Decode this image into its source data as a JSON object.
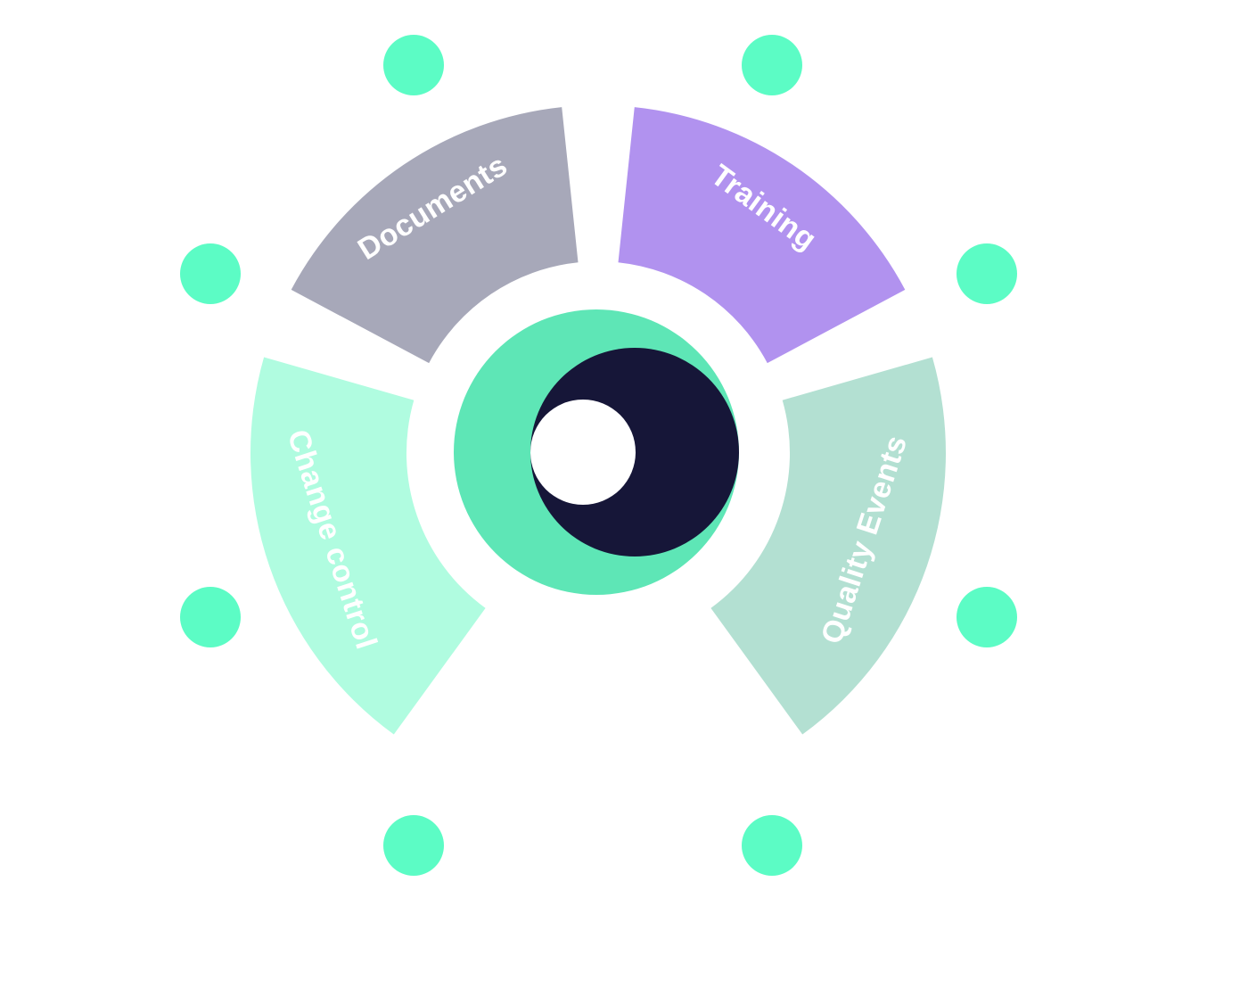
{
  "diagram": {
    "segments": [
      {
        "id": "documents",
        "label": "Documents",
        "color": "#a7a8b9"
      },
      {
        "id": "training",
        "label": "Training",
        "color": "#b192ef"
      },
      {
        "id": "quality-events",
        "label": "Quality Events",
        "color": "#b3e0d2"
      },
      {
        "id": "change-control",
        "label": "Change control",
        "color": "#b0fce0"
      }
    ],
    "center_logo": {
      "outer_color": "#5ee6b6",
      "inner_color": "#161638",
      "hole_color": "#ffffff"
    },
    "dot_color": "#5cfcc5",
    "dot_count": 8
  }
}
